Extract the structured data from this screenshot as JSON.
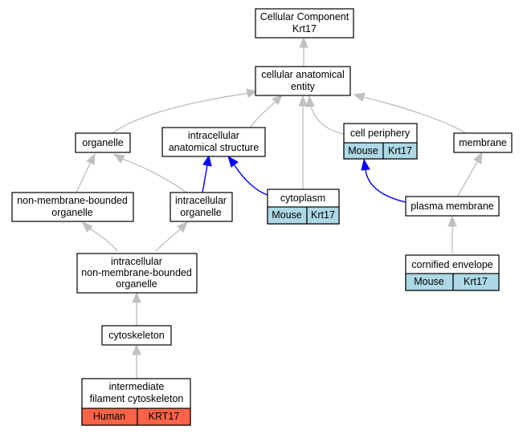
{
  "colors": {
    "mouse_cell": "#add8e6",
    "human_cell": "#ff6347",
    "edge_gray": "#c0c0c0",
    "edge_blue": "#0000ff"
  },
  "nodes": {
    "root": {
      "lines": [
        "Cellular Component",
        "Krt17"
      ]
    },
    "cae": {
      "lines": [
        "cellular anatomical",
        "entity"
      ]
    },
    "organelle": {
      "lines": [
        "organelle"
      ]
    },
    "ias": {
      "lines": [
        "intracellular",
        "anatomical structure"
      ]
    },
    "cellper": {
      "lines": [
        "cell periphery"
      ],
      "cells": [
        "Mouse",
        "Krt17"
      ]
    },
    "membrane": {
      "lines": [
        "membrane"
      ]
    },
    "nmbo": {
      "lines": [
        "non-membrane-bounded",
        "organelle"
      ]
    },
    "intorg": {
      "lines": [
        "intracellular",
        "organelle"
      ]
    },
    "cytoplasm": {
      "lines": [
        "cytoplasm"
      ],
      "cells": [
        "Mouse",
        "Krt17"
      ]
    },
    "plasma": {
      "lines": [
        "plasma membrane"
      ]
    },
    "inmbo": {
      "lines": [
        "intracellular",
        "non-membrane-bounded",
        "organelle"
      ]
    },
    "cornified": {
      "lines": [
        "cornified envelope"
      ],
      "cells": [
        "Mouse",
        "Krt17"
      ]
    },
    "cytoskeleton": {
      "lines": [
        "cytoskeleton"
      ]
    },
    "ifc": {
      "lines": [
        "intermediate",
        "filament cytoskeleton"
      ],
      "cells": [
        "Human",
        "KRT17"
      ]
    }
  }
}
